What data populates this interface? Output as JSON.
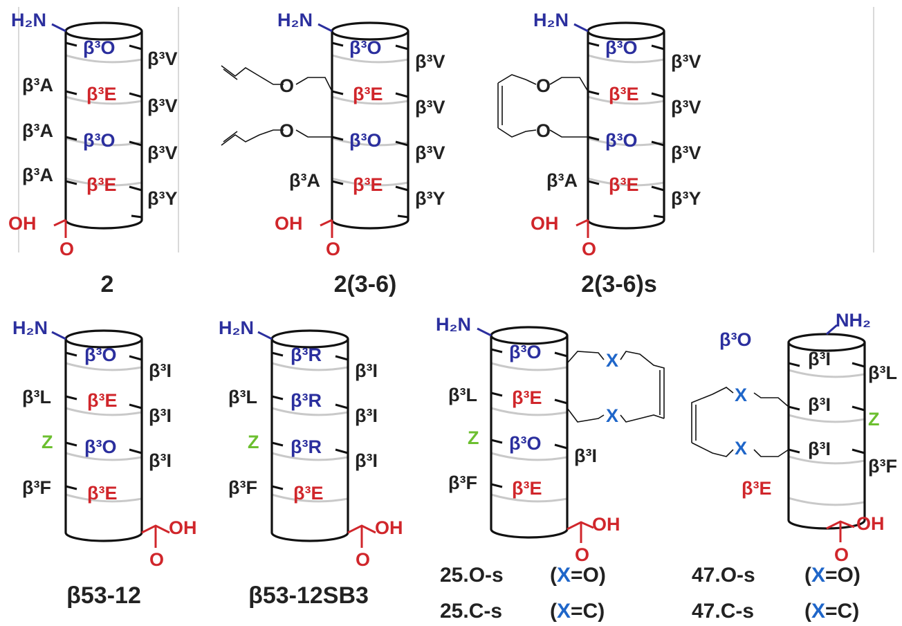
{
  "colors": {
    "acidic": "#d0262b",
    "basic": "#2b2f9e",
    "aib": "#6cbf2f",
    "neutral": "#222222",
    "crosslink_x": "#1f66c9",
    "helix": "#c9c9c9"
  },
  "terminals": {
    "n_term": "H₂N",
    "n_term_right": "NH₂",
    "c_term": "OH",
    "carbonyl": "O",
    "ether": "O"
  },
  "structures": [
    {
      "title": "2",
      "left": [
        "β³A",
        "β³A",
        "β³A"
      ],
      "face": [
        {
          "t": "β³O",
          "c": "basic"
        },
        {
          "t": "β³E",
          "c": "acidic"
        },
        {
          "t": "β³O",
          "c": "basic"
        },
        {
          "t": "β³E",
          "c": "acidic"
        }
      ],
      "right": [
        "β³V",
        "β³V",
        "β³V",
        "β³Y"
      ]
    },
    {
      "title": "2(3-6)",
      "left": [
        "β³A"
      ],
      "face": [
        {
          "t": "β³O",
          "c": "basic"
        },
        {
          "t": "β³E",
          "c": "acidic"
        },
        {
          "t": "β³O",
          "c": "basic"
        },
        {
          "t": "β³E",
          "c": "acidic"
        }
      ],
      "right": [
        "β³V",
        "β³V",
        "β³V",
        "β³Y"
      ]
    },
    {
      "title": "2(3-6)s",
      "left": [
        "β³A"
      ],
      "face": [
        {
          "t": "β³O",
          "c": "basic"
        },
        {
          "t": "β³E",
          "c": "acidic"
        },
        {
          "t": "β³O",
          "c": "basic"
        },
        {
          "t": "β³E",
          "c": "acidic"
        }
      ],
      "right": [
        "β³V",
        "β³V",
        "β³V",
        "β³Y"
      ]
    },
    {
      "title": "β53-12",
      "left": [
        {
          "t": "β³L",
          "c": "neutral"
        },
        {
          "t": "Z",
          "c": "aib"
        },
        {
          "t": "β³F",
          "c": "neutral"
        }
      ],
      "face": [
        {
          "t": "β³O",
          "c": "basic"
        },
        {
          "t": "β³E",
          "c": "acidic"
        },
        {
          "t": "β³O",
          "c": "basic"
        },
        {
          "t": "β³E",
          "c": "acidic"
        }
      ],
      "right": [
        "β³I",
        "β³I",
        "β³I"
      ]
    },
    {
      "title": "β53-12SB3",
      "left": [
        {
          "t": "β³L",
          "c": "neutral"
        },
        {
          "t": "Z",
          "c": "aib"
        },
        {
          "t": "β³F",
          "c": "neutral"
        }
      ],
      "face": [
        {
          "t": "β³R",
          "c": "basic"
        },
        {
          "t": "β³R",
          "c": "basic"
        },
        {
          "t": "β³R",
          "c": "basic"
        },
        {
          "t": "β³E",
          "c": "acidic"
        }
      ],
      "right": [
        "β³I",
        "β³I",
        "β³I"
      ]
    },
    {
      "titles": [
        "25.O-s",
        "25.C-s"
      ],
      "x_labels": [
        "(X=O)",
        "(X=C)"
      ],
      "left": [
        {
          "t": "β³L",
          "c": "neutral"
        },
        {
          "t": "Z",
          "c": "aib"
        },
        {
          "t": "β³F",
          "c": "neutral"
        }
      ],
      "face": [
        {
          "t": "β³O",
          "c": "basic"
        },
        {
          "t": "β³E",
          "c": "acidic"
        },
        {
          "t": "β³O",
          "c": "basic"
        },
        {
          "t": "β³E",
          "c": "acidic"
        }
      ],
      "right": [
        "β³I"
      ],
      "crosslink": [
        "X",
        "X"
      ]
    },
    {
      "titles": [
        "47.O-s",
        "47.C-s"
      ],
      "x_labels": [
        "(X=O)",
        "(X=C)"
      ],
      "outside": [
        {
          "t": "β³O",
          "c": "basic"
        },
        {
          "t": "β³E",
          "c": "acidic"
        }
      ],
      "face": [
        "β³I",
        "β³I",
        "β³I"
      ],
      "right": [
        {
          "t": "β³L",
          "c": "neutral"
        },
        {
          "t": "Z",
          "c": "aib"
        },
        {
          "t": "β³F",
          "c": "neutral"
        }
      ],
      "crosslink": [
        "X",
        "X"
      ]
    }
  ]
}
